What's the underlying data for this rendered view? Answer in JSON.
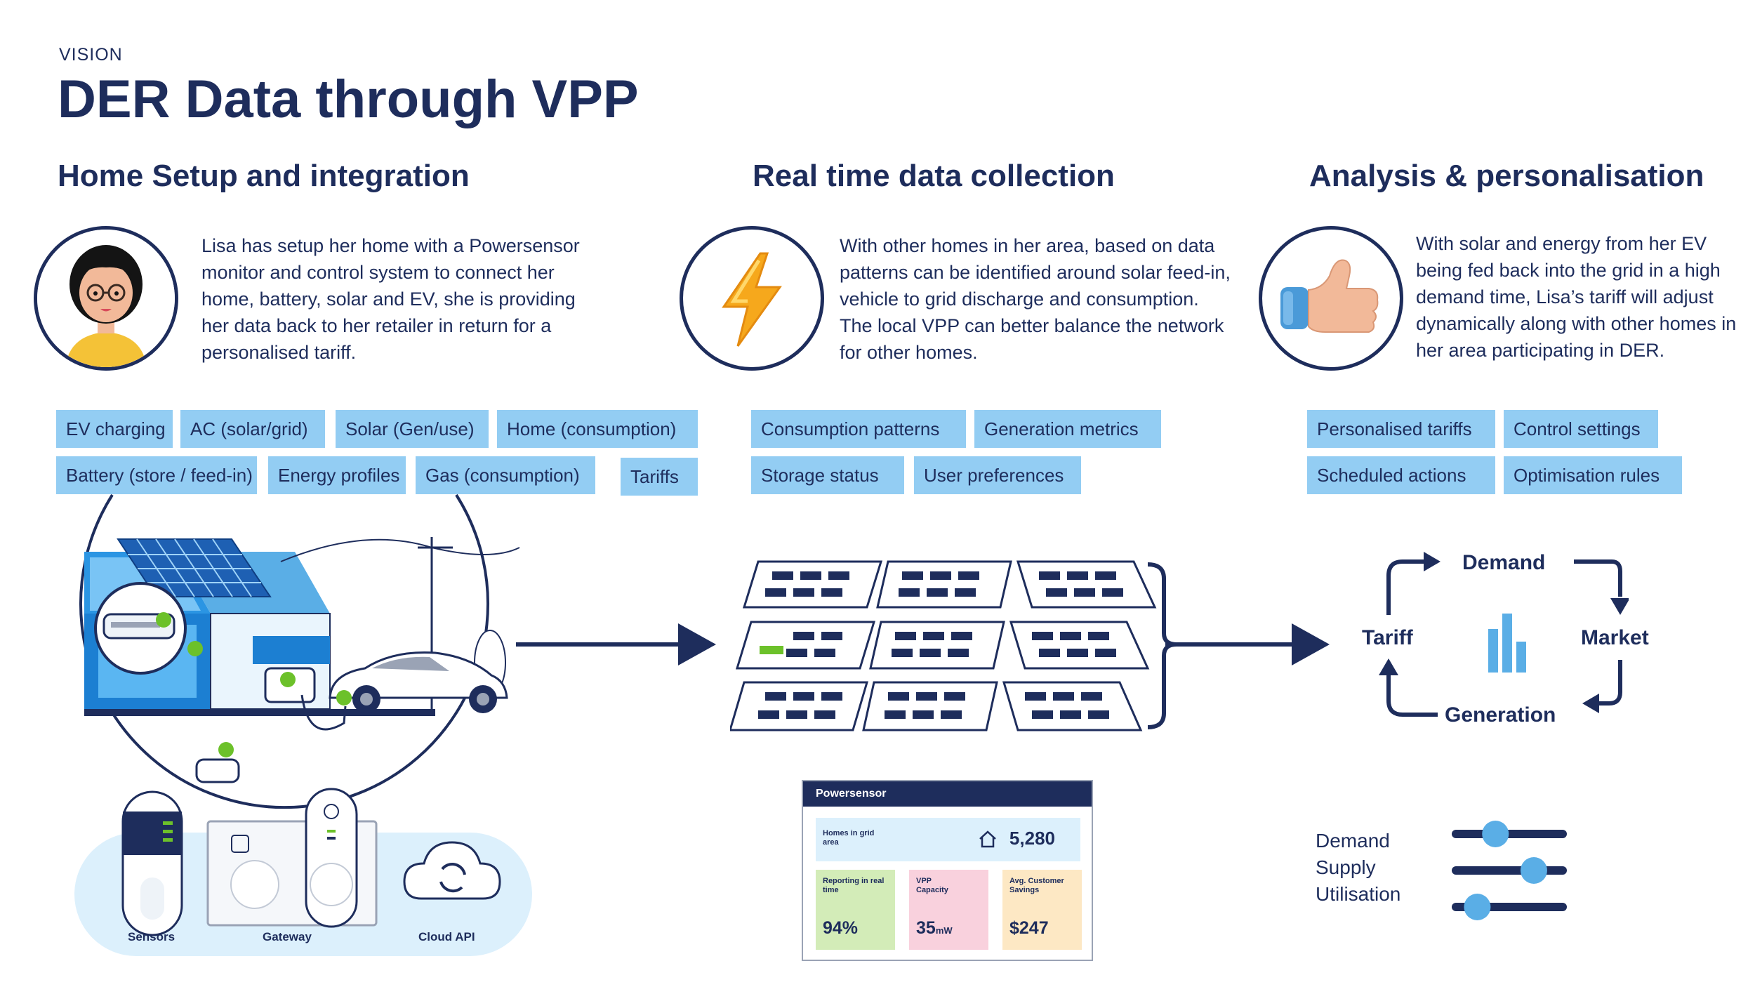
{
  "header": {
    "eyebrow": "VISION",
    "title": "DER Data through VPP"
  },
  "sections": [
    {
      "title": "Home Setup and integration",
      "description": "Lisa has setup her home with a Powersensor monitor and control system to connect her home, battery, solar and EV, she is providing her data back to her retailer in return for a personalised tariff.",
      "tags": [
        "EV charging",
        "AC (solar/grid)",
        "Solar (Gen/use)",
        "Home (consumption)",
        "Battery (store / feed-in)",
        "Energy profiles",
        "Gas (consumption)",
        "Tariffs"
      ]
    },
    {
      "title": "Real time data collection",
      "description": "With other homes in her area, based on data patterns can be identified around solar feed-in, vehicle to grid discharge and consumption. The local VPP can better balance the network for other homes.",
      "tags": [
        "Consumption patterns",
        "Generation metrics",
        "Storage status",
        "User preferences"
      ]
    },
    {
      "title": "Analysis & personalisation",
      "description": "With solar and energy from her EV being fed back into the grid in a high demand time, Lisa’s tariff will adjust dynamically along with other homes in her area participating in DER.",
      "tags": [
        "Personalised tariffs",
        "Control settings",
        "Scheduled actions",
        "Optimisation rules"
      ]
    }
  ],
  "devices": {
    "sensors": "Sensors",
    "gateway": "Gateway",
    "cloud": "Cloud API"
  },
  "dashboard": {
    "brand": "Powersensor",
    "homes_label": "Homes in grid area",
    "homes_value": "5,280",
    "tiles": [
      {
        "label": "Reporting in real time",
        "value": "94%",
        "unit": "",
        "color": "#d3ecb8"
      },
      {
        "label": "VPP Capacity",
        "value": "35",
        "unit": "mW",
        "color": "#f9d1dd"
      },
      {
        "label": "Avg. Customer Savings",
        "value": "$247",
        "unit": "",
        "color": "#fde8c4"
      }
    ]
  },
  "cycle": {
    "top": "Demand",
    "right": "Market",
    "bottom": "Generation",
    "left": "Tariff"
  },
  "sliders": [
    {
      "label": "Demand",
      "level": 0.37
    },
    {
      "label": "Supply",
      "level": 0.73
    },
    {
      "label": "Utilisation",
      "level": 0.2
    }
  ],
  "colors": {
    "navy": "#1e2d5c",
    "tag": "#93cdf3",
    "accent": "#5aaee6",
    "green": "#6cc12a"
  }
}
